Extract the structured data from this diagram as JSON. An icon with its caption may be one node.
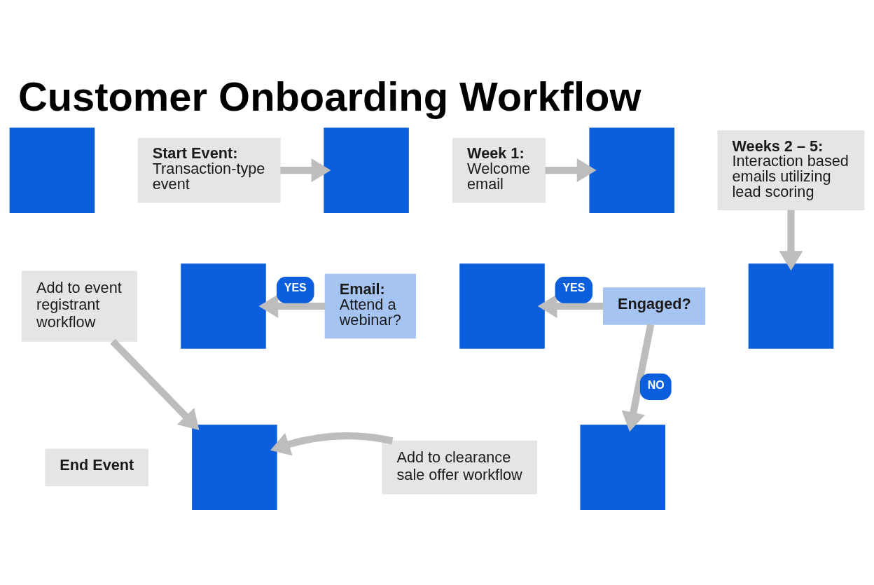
{
  "diagram": {
    "title": "Customer Onboarding Workflow",
    "nodes": [
      {
        "text": [],
        "shape": "box"
      },
      {
        "text": [
          "Start Event:",
          "Transaction-type event"
        ]
      },
      {
        "text": [],
        "shape": "box"
      },
      {
        "text": [
          "Week 1:",
          "Welcome email"
        ]
      },
      {
        "text": [],
        "shape": "box"
      },
      {
        "text": [
          "Weeks 2 – 5:",
          "Interaction based emails utilizing lead scoring"
        ]
      },
      {
        "text": [
          "Add to event registrant workflow"
        ]
      },
      {
        "text": [],
        "shape": "box"
      },
      {
        "text": [
          "Email:",
          "Attend a webinar?"
        ]
      },
      {
        "text": [],
        "shape": "box"
      },
      {
        "text": [
          "Engaged?"
        ]
      },
      {
        "text": [],
        "shape": "box"
      },
      {
        "text": [
          "End Event"
        ]
      },
      {
        "text": [],
        "shape": "box"
      },
      {
        "text": [
          "Add to clearance sale offer workflow"
        ]
      },
      {
        "text": [],
        "shape": "box"
      }
    ],
    "edges": [
      {
        "from": 1,
        "to": 2,
        "arrow": "to"
      },
      {
        "from": 3,
        "to": 4,
        "arrow": "to"
      },
      {
        "from": 5,
        "to": 11,
        "arrow": "to"
      },
      {
        "from": 10,
        "to": 9,
        "arrow": "to",
        "label": "YES"
      },
      {
        "from": 8,
        "to": 7,
        "arrow": "to",
        "label": "YES"
      },
      {
        "from": 10,
        "to": 15,
        "arrow": "to",
        "label": "NO"
      },
      {
        "from": 6,
        "to": 13,
        "arrow": "to"
      },
      {
        "from": 14,
        "to": 13,
        "arrow": "to"
      }
    ]
  }
}
